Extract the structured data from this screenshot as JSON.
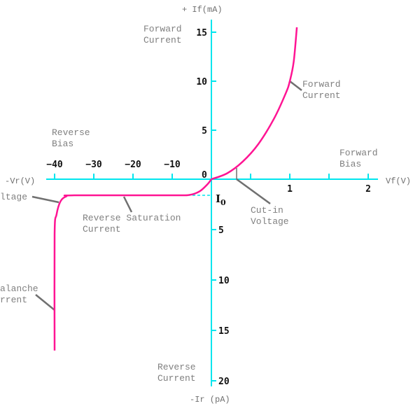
{
  "chart_data": {
    "type": "line",
    "title": "",
    "colors": {
      "axis": "#00e5ee",
      "curve": "#ff1493",
      "leader": "#707070",
      "annotation": "#808080"
    },
    "axes": {
      "x_positive_label": "Vf(V)",
      "x_negative_label": "-Vr(V)",
      "y_positive_label": "+ If(mA)",
      "y_negative_label": "-Ir (pA)",
      "origin_label": "0",
      "x_positive_ticks": [
        1,
        2
      ],
      "x_negative_ticks": [
        -40,
        -30,
        -20,
        -10
      ],
      "y_positive_ticks": [
        5,
        10,
        15
      ],
      "y_negative_ticks": [
        5,
        10,
        15,
        20
      ],
      "x_positive_range": [
        0,
        2.1
      ],
      "x_negative_range": [
        -42,
        0
      ],
      "y_positive_range_mA": [
        0,
        16
      ],
      "y_negative_range_pA": [
        0,
        20
      ]
    },
    "series": [
      {
        "segment": "forward",
        "unit_x": "V",
        "unit_y": "mA",
        "x": [
          0,
          0.2,
          0.4,
          0.6,
          0.8,
          0.95,
          1.0,
          1.05,
          1.09
        ],
        "y": [
          0,
          0.6,
          1.8,
          3.6,
          6.2,
          8.8,
          10,
          12,
          15.5
        ]
      },
      {
        "segment": "reverse",
        "unit_x": "V",
        "unit_y": "pA",
        "x": [
          0,
          -1,
          -3,
          -5.5,
          -10,
          -35,
          -37,
          -38.5,
          -39.5,
          -40,
          -40
        ],
        "y": [
          0,
          -0.5,
          -1.2,
          -1.55,
          -1.6,
          -1.6,
          -1.7,
          -2.2,
          -3.5,
          -5.5,
          -17
        ]
      }
    ],
    "saturation_current_pA": 1.6,
    "cut_in_voltage_V": 0.32,
    "annotations": {
      "i0": "I",
      "i0_sub": "0",
      "forward_current_top": [
        "Forward",
        "Current"
      ],
      "forward_current_curve": [
        "Forward",
        "Current"
      ],
      "reverse_bias": [
        "Reverse",
        "Bias"
      ],
      "forward_bias": [
        "Forward",
        "Bias"
      ],
      "breakdown_voltage": "ltage",
      "reverse_saturation": [
        "Reverse Saturation",
        "Current"
      ],
      "cut_in": [
        "Cut-in",
        "Voltage"
      ],
      "avalanche": [
        "alanche",
        "rrent"
      ],
      "reverse_current": [
        "Reverse",
        "Current"
      ]
    }
  }
}
